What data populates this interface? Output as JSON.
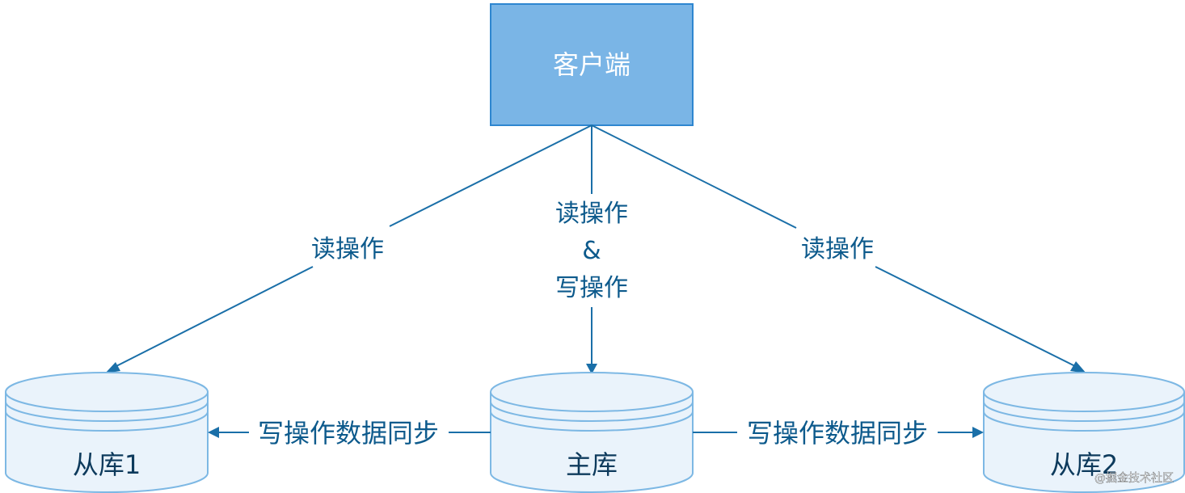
{
  "nodes": {
    "client": "客户端",
    "slave1": "从库1",
    "master": "主库",
    "slave2": "从库2"
  },
  "edges": {
    "left_read": "读操作",
    "middle_read": "读操作",
    "middle_amp": "&",
    "middle_write": "写操作",
    "right_read": "读操作",
    "sync_left": "写操作数据同步",
    "sync_right": "写操作数据同步"
  },
  "watermark": "@掘金技术社区",
  "colors": {
    "client_fill": "#7ab5e6",
    "client_border": "#2e86d0",
    "db_fill": "#eaf3fb",
    "db_border": "#7db8e4",
    "line": "#1a6fa8",
    "label": "#0d5a8c"
  }
}
